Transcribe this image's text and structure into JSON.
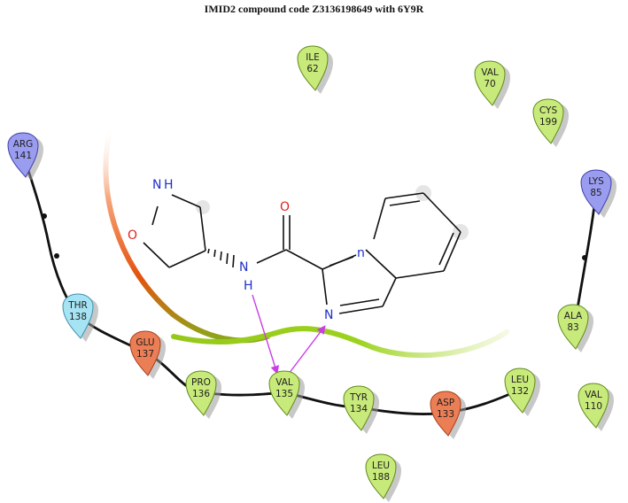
{
  "title": "IMID2 compound code Z3136198649 with 6Y9R",
  "colors": {
    "background": "#ffffff",
    "hydrophobic_fill": "#c8ea7a",
    "hydrophobic_stroke": "#5f8a1d",
    "charged_negative_fill": "#ec7e56",
    "charged_negative_stroke": "#a63e1a",
    "charged_positive_fill": "#9a9cf0",
    "charged_positive_stroke": "#3e40a8",
    "polar_fill": "#a6e4f4",
    "polar_stroke": "#3e8fb0",
    "backbone": "#111111",
    "hbond_arrow": "#c93ee6",
    "bond": "#111111",
    "oxygen_label": "#e1231b",
    "nitrogen_label": "#2030c8",
    "exposure_halo": "#cfcfcf"
  },
  "residues": [
    {
      "name": "ARG",
      "number": "141",
      "kind": "positive"
    },
    {
      "name": "THR",
      "number": "138",
      "kind": "polar"
    },
    {
      "name": "GLU",
      "number": "137",
      "kind": "negative"
    },
    {
      "name": "PRO",
      "number": "136",
      "kind": "hydrophobic"
    },
    {
      "name": "VAL",
      "number": "135",
      "kind": "hydrophobic"
    },
    {
      "name": "TYR",
      "number": "134",
      "kind": "hydrophobic"
    },
    {
      "name": "ASP",
      "number": "133",
      "kind": "negative"
    },
    {
      "name": "LEU",
      "number": "132",
      "kind": "hydrophobic"
    },
    {
      "name": "LEU",
      "number": "188",
      "kind": "hydrophobic"
    },
    {
      "name": "VAL",
      "number": "110",
      "kind": "hydrophobic"
    },
    {
      "name": "ALA",
      "number": "83",
      "kind": "hydrophobic"
    },
    {
      "name": "LYS",
      "number": "85",
      "kind": "positive"
    },
    {
      "name": "ILE",
      "number": "62",
      "kind": "hydrophobic"
    },
    {
      "name": "VAL",
      "number": "70",
      "kind": "hydrophobic"
    },
    {
      "name": "CYS",
      "number": "199",
      "kind": "hydrophobic"
    }
  ],
  "atom_labels": {
    "isoxazolidine_n": "N",
    "isoxazolidine_h": "H",
    "isoxazolidine_o": "O",
    "carbonyl_o": "O",
    "amide_n": "N",
    "amide_h": "H",
    "bridgehead_n": "n",
    "imidazole_n": "N"
  },
  "interactions": [
    {
      "type": "hydrogen-bond",
      "from": "ligand amide NH",
      "to": "VAL 135"
    },
    {
      "type": "hydrogen-bond",
      "from": "VAL 135",
      "to": "ligand imidazole N"
    }
  ]
}
